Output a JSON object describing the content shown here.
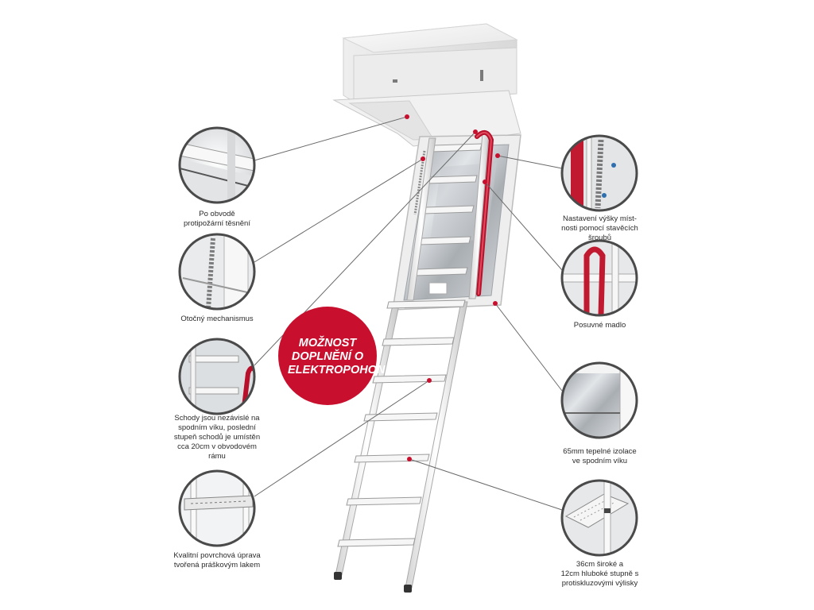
{
  "colors": {
    "accent_red": "#c8102e",
    "detail_ring": "#4a4a4a",
    "leader_line": "#6a6a6a",
    "ladder_white": "#f4f4f4",
    "ladder_edge": "#b8b8b8",
    "caption_text": "#2b2b2b"
  },
  "badge": {
    "text": "MOŽNOST\nDOPLNĚNÍ O\nELEKTROPOHON"
  },
  "callouts": [
    {
      "id": "seal",
      "label": "Po obvodě\nprotipožární těsnění",
      "icon": "seal-detail-photo"
    },
    {
      "id": "mechanism",
      "label": "Otočný mechanismus",
      "icon": "spring-mechanism-photo"
    },
    {
      "id": "steps-lid",
      "label": "Schody jsou nezávislé na\nspodním víku, poslední\nstupeň schodů je umístěn\ncca 20cm v obvodovém\nrámu",
      "icon": "handrail-steps-photo"
    },
    {
      "id": "coating",
      "label": "Kvalitní povrchová úprava\ntvořená práškovým lakem",
      "icon": "powder-coated-step-photo"
    },
    {
      "id": "height",
      "label": "Nastavení výšky míst-\nnosti pomocí stavěcích\nšroubů",
      "icon": "adjusting-screw-photo"
    },
    {
      "id": "handrail",
      "label": "Posuvné madlo",
      "icon": "red-handrail-photo"
    },
    {
      "id": "insulation",
      "label": "65mm tepelné izolace\nve spodním víku",
      "icon": "insulation-corner-photo"
    },
    {
      "id": "tread",
      "label": "36cm široké a\n12cm hluboké stupně s\nprotiskluzovými výlisky",
      "icon": "anti-slip-tread-photo"
    }
  ]
}
